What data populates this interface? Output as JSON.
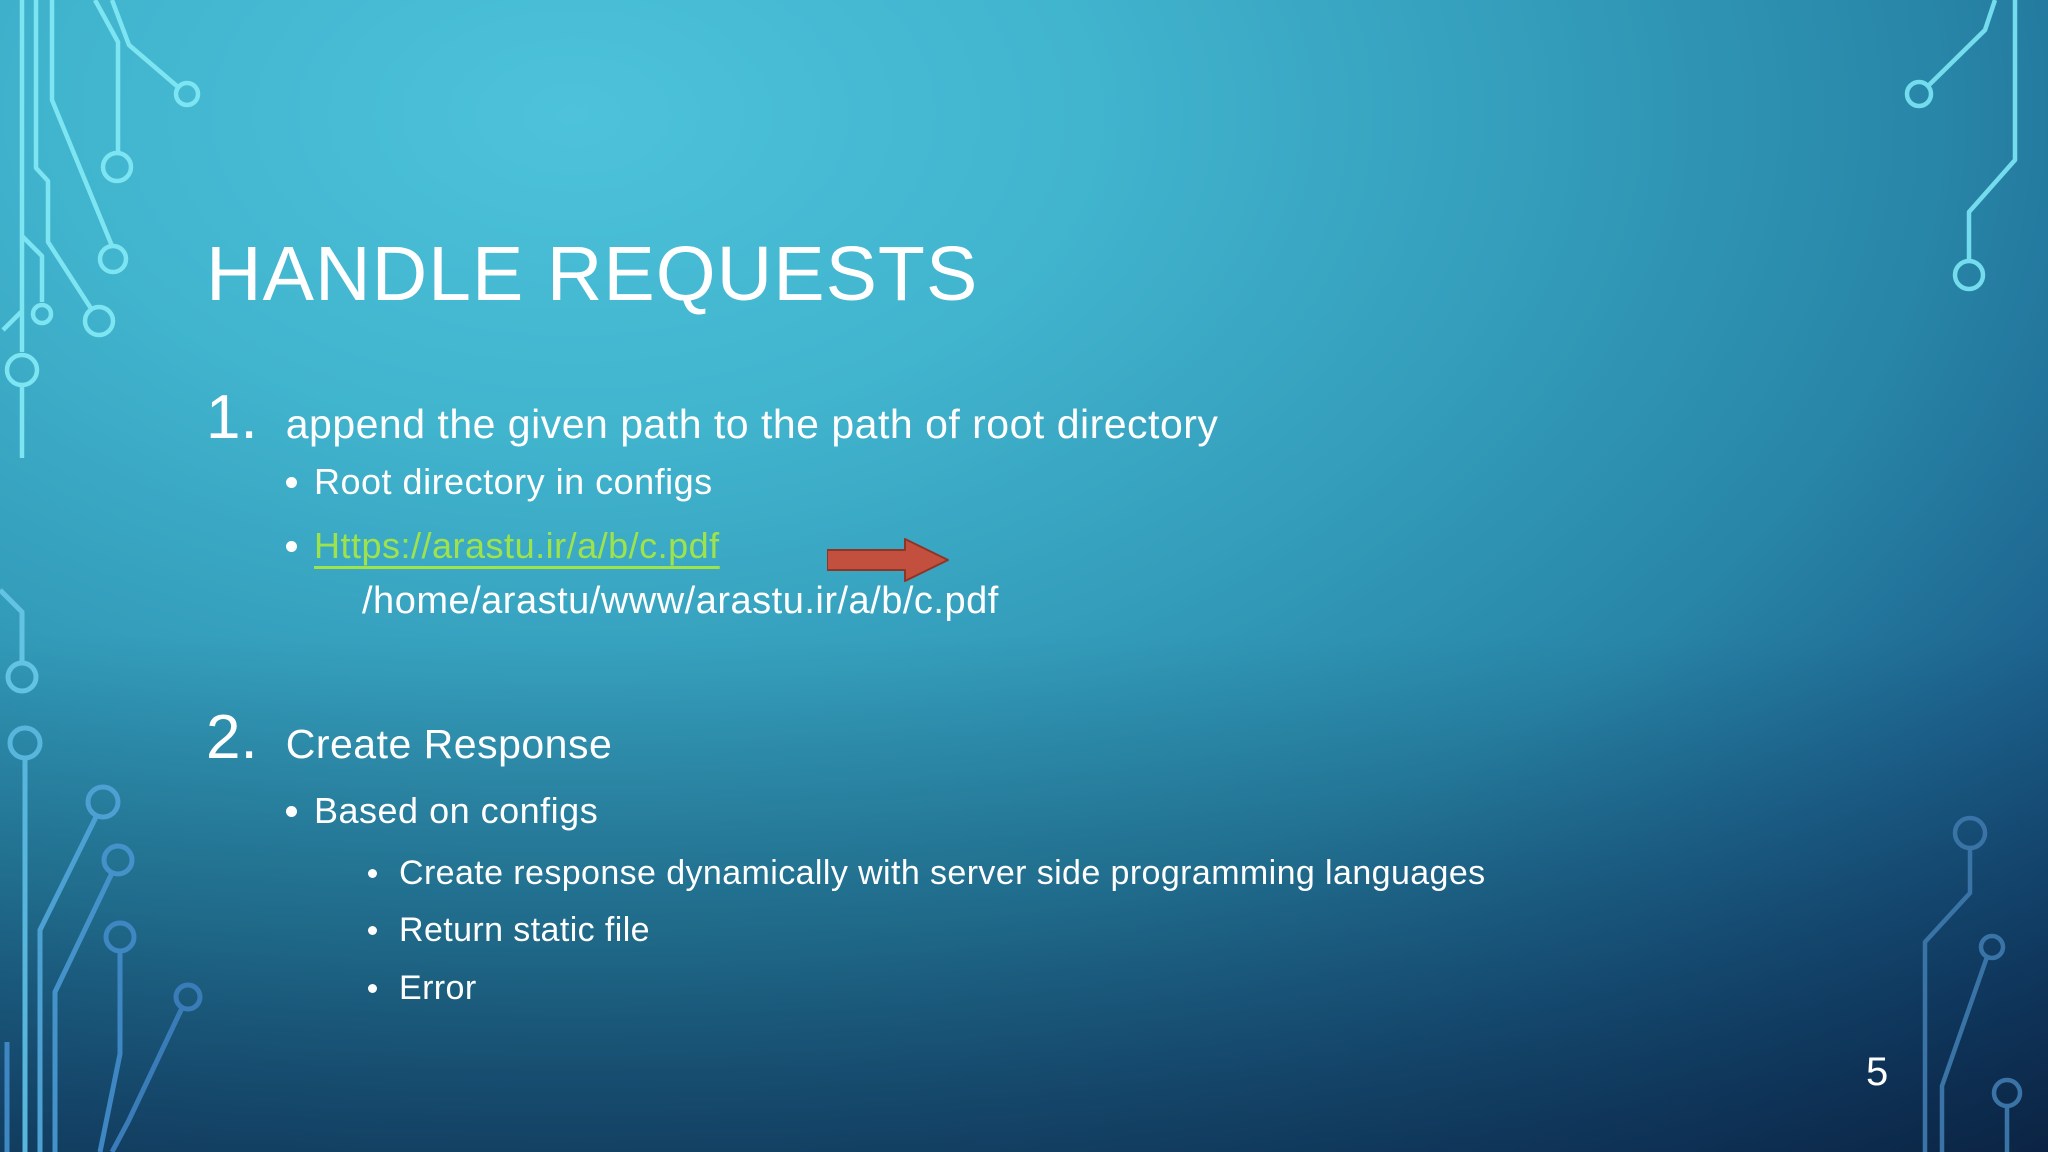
{
  "slide": {
    "title": "HANDLE REQUESTS",
    "page_number": "5",
    "sections": [
      {
        "number": "1.",
        "heading": "append the given path to the path of root directory",
        "bullets": [
          {
            "text": "Root directory in configs"
          },
          {
            "text": "Https://arastu.ir/a/b/c.pdf"
          }
        ],
        "mapped_path": "/home/arastu/www/arastu.ir/a/b/c.pdf"
      },
      {
        "number": "2.",
        "heading": "Create Response",
        "bullets": [
          {
            "text": "Based on configs"
          }
        ],
        "sub_bullets": [
          {
            "text": "Create response dynamically with server side programming languages"
          },
          {
            "text": "Return static file"
          },
          {
            "text": "Error"
          }
        ]
      }
    ]
  },
  "icons": {
    "arrow": "block-arrow-right",
    "corner_decorations": [
      "circuit-traces-top-left",
      "circuit-traces-top-right",
      "circuit-traces-bottom-left",
      "circuit-traces-bottom-right"
    ]
  },
  "colors": {
    "text": "#FFFFFF",
    "link_green": "#9EE34C",
    "arrow_fill": "#C3503F",
    "arrow_outline": "#8F3526",
    "bg_top_left": "#4DC2DA",
    "bg_bottom_right": "#0C2245",
    "circuit_cyan": "#7DE5F2",
    "circuit_blue": "#4592CA",
    "circuit_navy": "#3A74A6"
  }
}
